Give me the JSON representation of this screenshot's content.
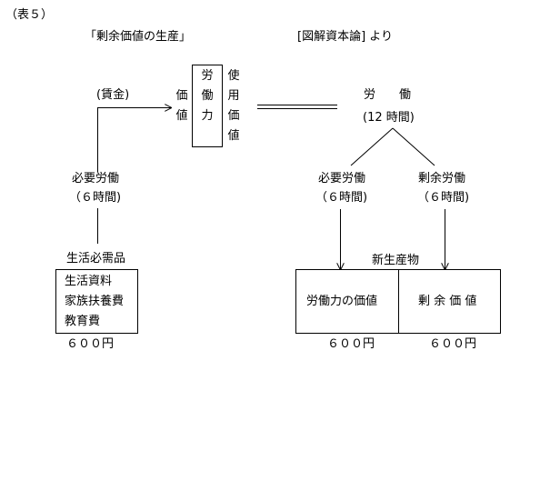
{
  "caption": "（表５）",
  "left_title": "「剰余価値の生産」",
  "right_title": "[図解資本論] より",
  "left": {
    "wage_label": "(賃金)",
    "value_vertical": [
      "価",
      "値"
    ],
    "labor_power_vertical": [
      "労",
      "働",
      "力"
    ],
    "use_value_vertical": [
      "使",
      "用",
      "価",
      "値"
    ],
    "necessary_labor": "必要労働",
    "necessary_hours": "（６時間)",
    "necessities_label": "生活必需品",
    "necessities_items": [
      "生活資料",
      "家族扶養費",
      "教育費"
    ],
    "necessities_price": "６００円"
  },
  "right": {
    "labor_label": "労　　働",
    "labor_hours": "(12 時間)",
    "necessary_labor": "必要労働",
    "necessary_hours": "（６時間)",
    "surplus_labor": "剰余労働",
    "surplus_hours": "（６時間)",
    "new_product_label": "新生産物",
    "labor_power_value": "労働力の価値",
    "surplus_value": "剰 余 価 値",
    "price_left": "６００円",
    "price_right": "６００円"
  }
}
